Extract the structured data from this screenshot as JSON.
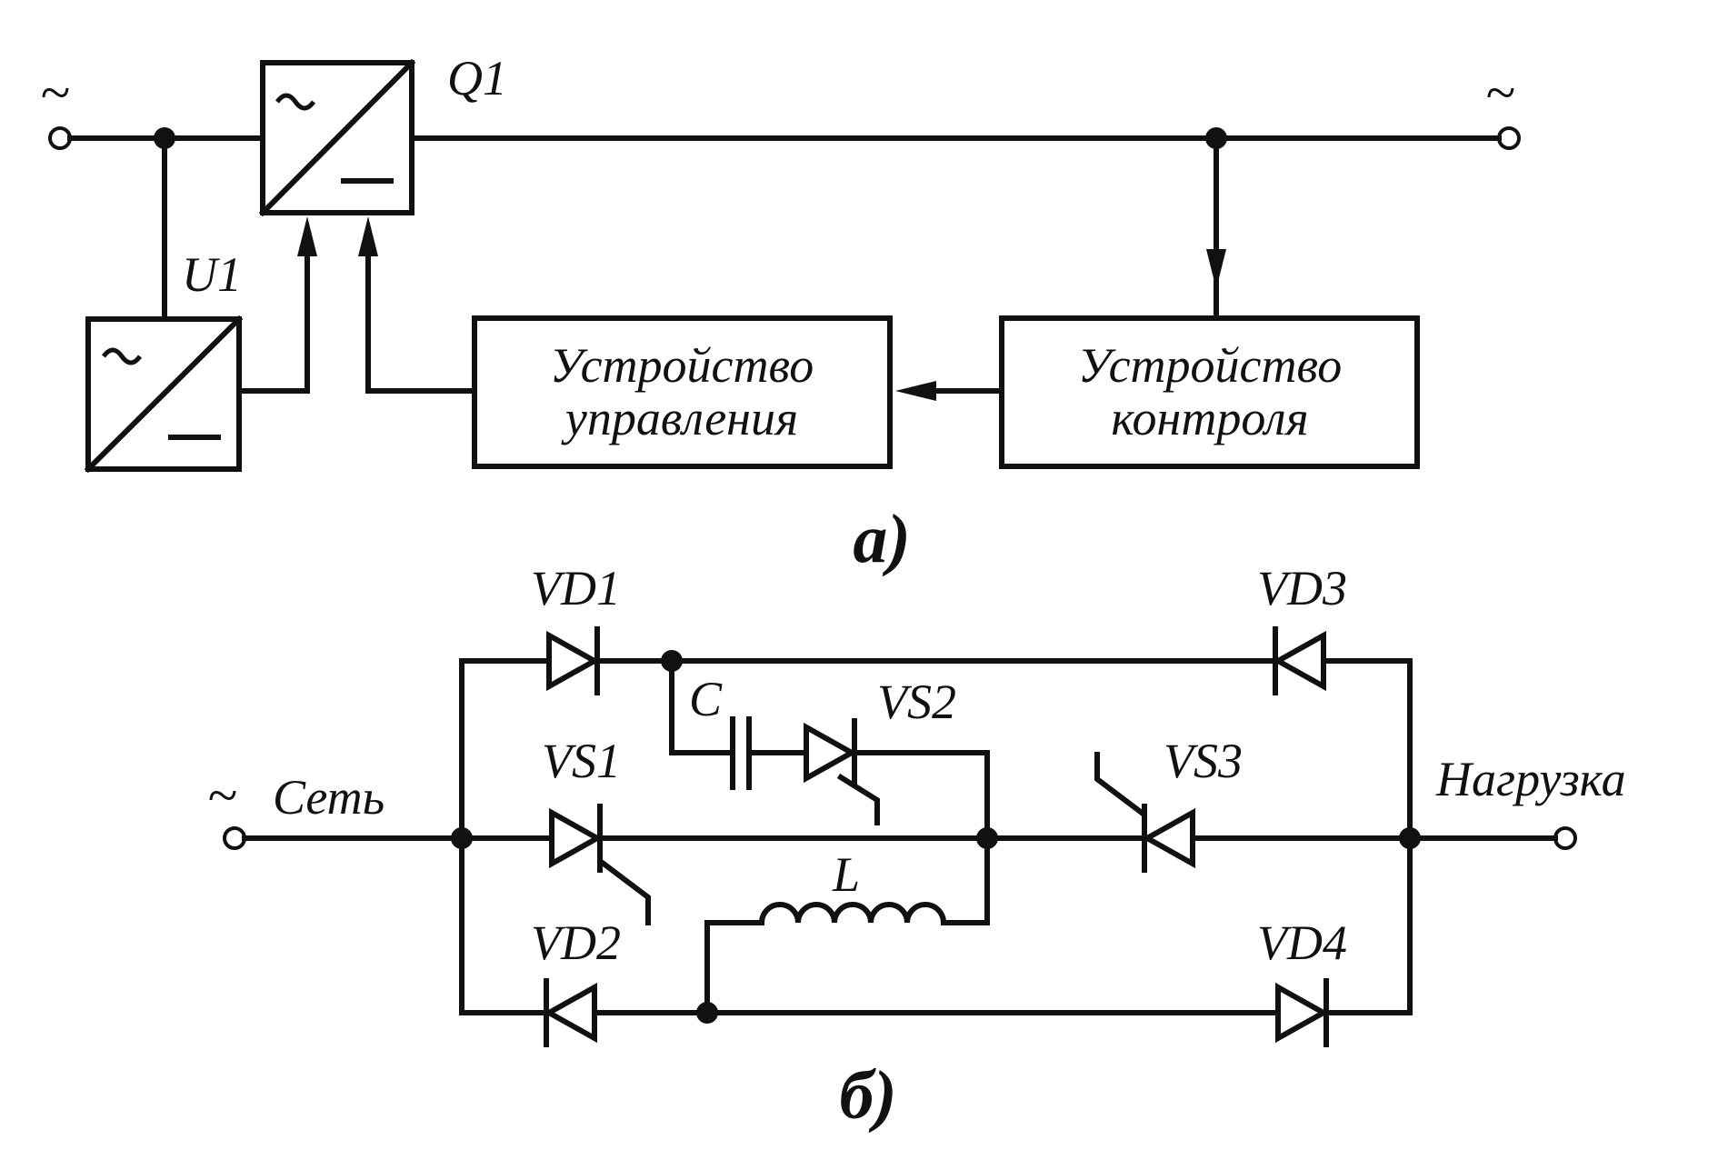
{
  "diagram_a": {
    "caption": "а)",
    "left_terminal_symbol": "~",
    "right_terminal_symbol": "~",
    "converter_q1": "Q1",
    "converter_u1": "U1",
    "control_unit": {
      "line1": "Устройство",
      "line2": "управления"
    },
    "monitor_unit": {
      "line1": "Устройство",
      "line2": "контроля"
    }
  },
  "diagram_b": {
    "caption": "б)",
    "input_label": "Сеть",
    "input_symbol": "~",
    "output_label": "Нагрузка",
    "components": {
      "vd1": "VD1",
      "vd2": "VD2",
      "vd3": "VD3",
      "vd4": "VD4",
      "vs1": "VS1",
      "vs2": "VS2",
      "vs3": "VS3",
      "c": "C",
      "l": "L"
    }
  }
}
